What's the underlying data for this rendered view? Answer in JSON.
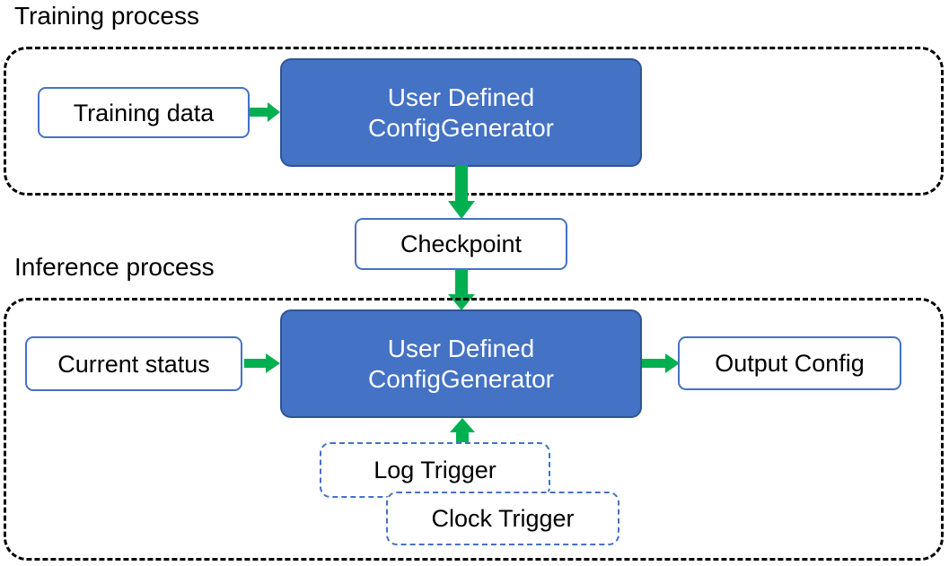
{
  "diagram": {
    "title_training": "Training process",
    "title_inference": "Inference process",
    "colors": {
      "accent_blue_fill": "#4472C4",
      "accent_blue_border": "#2F5496",
      "arrow_green": "#00B050",
      "container_border": "#000000",
      "text_dark": "#000000",
      "text_light": "#FFFFFF"
    },
    "training_section": {
      "label": "Training process",
      "nodes": {
        "training_data": "Training data",
        "generator_line1": "User Defined",
        "generator_line2": "ConfigGenerator"
      }
    },
    "shared_nodes": {
      "checkpoint": "Checkpoint"
    },
    "inference_section": {
      "label": "Inference process",
      "nodes": {
        "current_status": "Current status",
        "generator_line1": "User Defined",
        "generator_line2": "ConfigGenerator",
        "output_config": "Output Config",
        "log_trigger": "Log Trigger",
        "clock_trigger": "Clock Trigger"
      }
    },
    "edges": [
      {
        "name": "training-data-to-generator",
        "from": "Training data",
        "to": "User Defined ConfigGenerator",
        "direction": "right"
      },
      {
        "name": "generator-to-checkpoint",
        "from": "User Defined ConfigGenerator",
        "to": "Checkpoint",
        "direction": "down"
      },
      {
        "name": "checkpoint-to-inference-generator",
        "from": "Checkpoint",
        "to": "User Defined ConfigGenerator",
        "direction": "down"
      },
      {
        "name": "current-status-to-generator",
        "from": "Current status",
        "to": "User Defined ConfigGenerator",
        "direction": "right"
      },
      {
        "name": "generator-to-output-config",
        "from": "User Defined ConfigGenerator",
        "to": "Output Config",
        "direction": "right"
      },
      {
        "name": "triggers-to-generator",
        "from": "Log Trigger / Clock Trigger",
        "to": "User Defined ConfigGenerator",
        "direction": "up"
      }
    ]
  }
}
